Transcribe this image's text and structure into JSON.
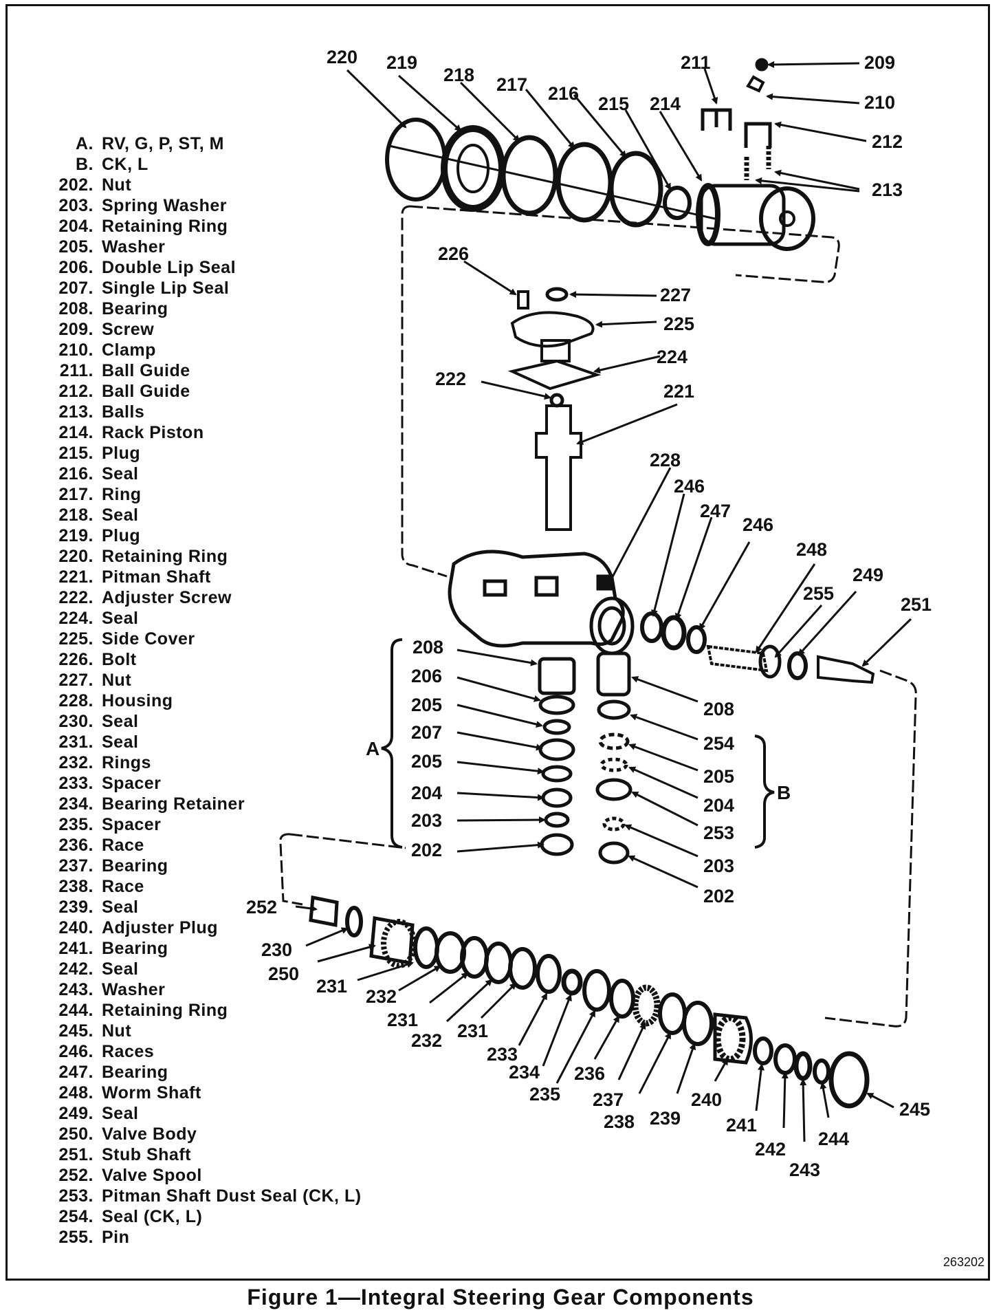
{
  "legend": [
    {
      "num": "A.",
      "name": "RV, G, P, ST, M"
    },
    {
      "num": "B.",
      "name": "CK, L"
    },
    {
      "num": "202.",
      "name": "Nut"
    },
    {
      "num": "203.",
      "name": "Spring Washer"
    },
    {
      "num": "204.",
      "name": "Retaining Ring"
    },
    {
      "num": "205.",
      "name": "Washer"
    },
    {
      "num": "206.",
      "name": "Double Lip Seal"
    },
    {
      "num": "207.",
      "name": "Single Lip Seal"
    },
    {
      "num": "208.",
      "name": "Bearing"
    },
    {
      "num": "209.",
      "name": "Screw"
    },
    {
      "num": "210.",
      "name": "Clamp"
    },
    {
      "num": "211.",
      "name": "Ball Guide"
    },
    {
      "num": "212.",
      "name": "Ball Guide"
    },
    {
      "num": "213.",
      "name": "Balls"
    },
    {
      "num": "214.",
      "name": "Rack Piston"
    },
    {
      "num": "215.",
      "name": "Plug"
    },
    {
      "num": "216.",
      "name": "Seal"
    },
    {
      "num": "217.",
      "name": "Ring"
    },
    {
      "num": "218.",
      "name": "Seal"
    },
    {
      "num": "219.",
      "name": "Plug"
    },
    {
      "num": "220.",
      "name": "Retaining Ring"
    },
    {
      "num": "221.",
      "name": "Pitman Shaft"
    },
    {
      "num": "222.",
      "name": "Adjuster Screw"
    },
    {
      "num": "224.",
      "name": "Seal"
    },
    {
      "num": "225.",
      "name": "Side Cover"
    },
    {
      "num": "226.",
      "name": "Bolt"
    },
    {
      "num": "227.",
      "name": "Nut"
    },
    {
      "num": "228.",
      "name": "Housing"
    },
    {
      "num": "230.",
      "name": "Seal"
    },
    {
      "num": "231.",
      "name": "Seal"
    },
    {
      "num": "232.",
      "name": "Rings"
    },
    {
      "num": "233.",
      "name": "Spacer"
    },
    {
      "num": "234.",
      "name": "Bearing Retainer"
    },
    {
      "num": "235.",
      "name": "Spacer"
    },
    {
      "num": "236.",
      "name": "Race"
    },
    {
      "num": "237.",
      "name": "Bearing"
    },
    {
      "num": "238.",
      "name": "Race"
    },
    {
      "num": "239.",
      "name": "Seal"
    },
    {
      "num": "240.",
      "name": "Adjuster Plug"
    },
    {
      "num": "241.",
      "name": "Bearing"
    },
    {
      "num": "242.",
      "name": "Seal"
    },
    {
      "num": "243.",
      "name": "Washer"
    },
    {
      "num": "244.",
      "name": "Retaining Ring"
    },
    {
      "num": "245.",
      "name": "Nut"
    },
    {
      "num": "246.",
      "name": "Races"
    },
    {
      "num": "247.",
      "name": "Bearing"
    },
    {
      "num": "248.",
      "name": "Worm Shaft"
    },
    {
      "num": "249.",
      "name": "Seal"
    },
    {
      "num": "250.",
      "name": "Valve Body"
    },
    {
      "num": "251.",
      "name": "Stub Shaft"
    },
    {
      "num": "252.",
      "name": "Valve Spool"
    },
    {
      "num": "253.",
      "name": "Pitman Shaft Dust Seal (CK, L)"
    },
    {
      "num": "254.",
      "name": "Seal (CK, L)"
    },
    {
      "num": "255.",
      "name": "Pin"
    }
  ],
  "callouts": [
    "220",
    "219",
    "218",
    "217",
    "216",
    "215",
    "214",
    "211",
    "209",
    "210",
    "212",
    "213",
    "226",
    "227",
    "225",
    "224",
    "222",
    "221",
    "228",
    "246",
    "247",
    "246",
    "248",
    "255",
    "249",
    "251",
    "208",
    "206",
    "205",
    "207",
    "205",
    "204",
    "203",
    "202",
    "208",
    "254",
    "205",
    "204",
    "253",
    "203",
    "202",
    "252",
    "230",
    "250",
    "231",
    "232",
    "231",
    "232",
    "231",
    "233",
    "234",
    "235",
    "236",
    "237",
    "238",
    "239",
    "240",
    "241",
    "242",
    "243",
    "244",
    "245"
  ],
  "group_labels": {
    "a": "A",
    "b": "B"
  },
  "figure_id": "263202",
  "caption": "Figure 1—Integral Steering Gear Components"
}
